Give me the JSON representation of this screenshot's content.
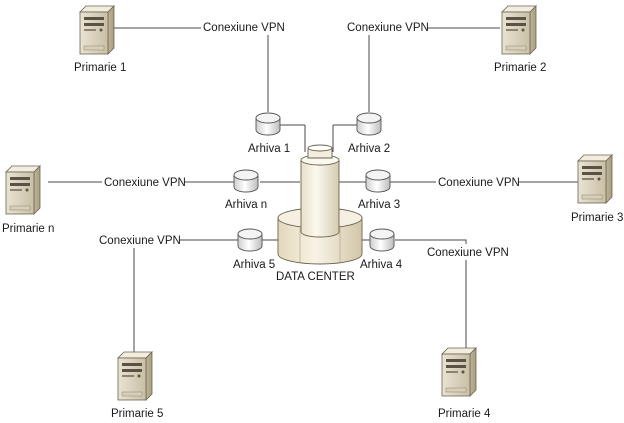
{
  "diagram": {
    "center": {
      "label": "DATA CENTER"
    },
    "vpn_label": "Conexiune VPN",
    "sites": [
      {
        "id": "p1",
        "label": "Primarie 1",
        "archive": "Arhiva 1"
      },
      {
        "id": "p2",
        "label": "Primarie 2",
        "archive": "Arhiva 2"
      },
      {
        "id": "p3",
        "label": "Primarie 3",
        "archive": "Arhiva 3"
      },
      {
        "id": "p4",
        "label": "Primarie 4",
        "archive": "Arhiva 4"
      },
      {
        "id": "p5",
        "label": "Primarie 5",
        "archive": "Arhiva 5"
      },
      {
        "id": "pn",
        "label": "Primarie n",
        "archive": "Arhiva n"
      }
    ],
    "icons": {
      "server": "server-tower-icon",
      "archive": "database-disk-icon",
      "center": "datacenter-tower-icon"
    }
  }
}
